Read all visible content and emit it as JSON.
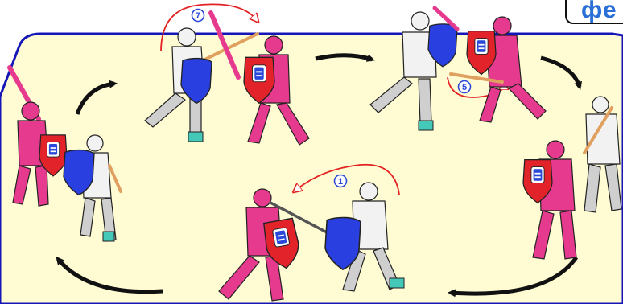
{
  "header": {
    "label_fragment": "фе"
  },
  "sequence_markers": [
    {
      "number": "7"
    },
    {
      "number": "5"
    },
    {
      "number": "1"
    }
  ],
  "colors": {
    "arena_fill": "#fffbd3",
    "arena_border": "#1515b8",
    "red_fighter": "#e63a8f",
    "white_fighter": "#f2f2f2",
    "red_shield": "#e3232a",
    "blue_shield": "#2a3fe0",
    "motion_arrow": "#111111",
    "swing_arrow": "#e22222",
    "marker": "#2a49d8"
  },
  "icons": {
    "fighter": "armored-fighter-icon",
    "shield": "shield-icon",
    "sword": "sword-icon",
    "motion_arrow": "curved-arrow-icon",
    "swing_arrow": "swing-arc-icon",
    "marker": "numbered-circle-icon"
  }
}
